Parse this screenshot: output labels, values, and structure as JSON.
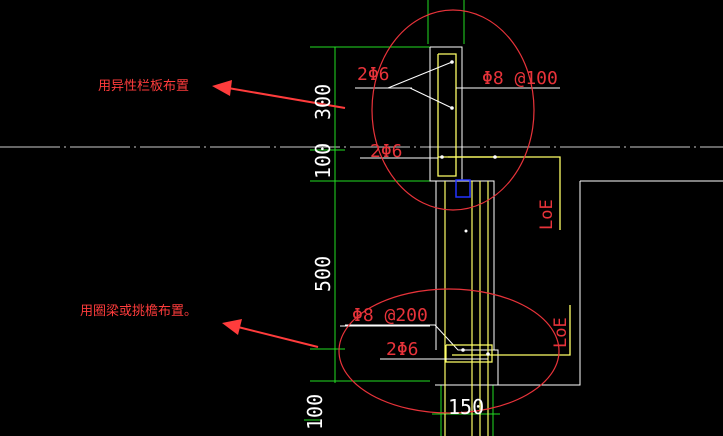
{
  "annotations": {
    "note_top": "用异性栏板布置",
    "note_bottom": "用圈梁或挑檐布置。"
  },
  "dimensions": {
    "d300": "300",
    "d100a": "100",
    "d500": "500",
    "d100b": "100",
    "d150": "150"
  },
  "rebar_labels": {
    "top_bars": "2Φ6",
    "top_stirrup": "Φ8 @100",
    "mid_bars": "2Φ6",
    "low_stirrup": "Φ8 @200",
    "low_bars": "2Φ6",
    "loe_upper": "LoE",
    "loe_lower": "LoE"
  },
  "colors": {
    "background": "#000000",
    "dimension_lines": "#22dd22",
    "rebar": "#ffff66",
    "outline": "#ffffff",
    "ellipse": "#e8333a",
    "arrows": "#ff3c3c",
    "column_marker": "#2233ff"
  }
}
